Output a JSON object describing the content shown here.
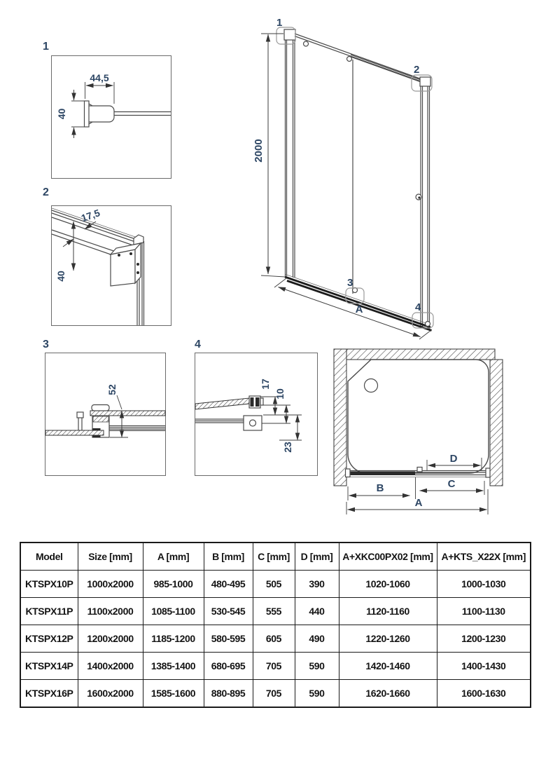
{
  "colors": {
    "dimension_text": "#2d4664",
    "drawing_line": "#4a4a4a",
    "table_border": "#1a1a1a",
    "callout_outline": "#999999"
  },
  "details": [
    {
      "label": "1",
      "dim_width": "44,5",
      "dim_height": "40"
    },
    {
      "label": "2",
      "dim_offset": "17,5",
      "dim_height": "40"
    },
    {
      "label": "3",
      "dim_height": "52"
    },
    {
      "label": "4",
      "dim_top": "17",
      "dim_mid": "10",
      "dim_bottom": "23"
    }
  ],
  "elevation": {
    "callout_1": "1",
    "callout_2": "2",
    "callout_3": "3",
    "callout_4": "4",
    "dim_height": "2000",
    "dim_width": "A"
  },
  "plan": {
    "dim_a": "A",
    "dim_b": "B",
    "dim_c": "C",
    "dim_d": "D"
  },
  "table": {
    "headers": [
      "Model",
      "Size [mm]",
      "A [mm]",
      "B [mm]",
      "C [mm]",
      "D [mm]",
      "A+XKC00PX02 [mm]",
      "A+KTS_X22X [mm]"
    ],
    "rows": [
      [
        "KTSPX10P",
        "1000x2000",
        "985-1000",
        "480-495",
        "505",
        "390",
        "1020-1060",
        "1000-1030"
      ],
      [
        "KTSPX11P",
        "1100x2000",
        "1085-1100",
        "530-545",
        "555",
        "440",
        "1120-1160",
        "1100-1130"
      ],
      [
        "KTSPX12P",
        "1200x2000",
        "1185-1200",
        "580-595",
        "605",
        "490",
        "1220-1260",
        "1200-1230"
      ],
      [
        "KTSPX14P",
        "1400x2000",
        "1385-1400",
        "680-695",
        "705",
        "590",
        "1420-1460",
        "1400-1430"
      ],
      [
        "KTSPX16P",
        "1600x2000",
        "1585-1600",
        "880-895",
        "705",
        "590",
        "1620-1660",
        "1600-1630"
      ]
    ]
  }
}
